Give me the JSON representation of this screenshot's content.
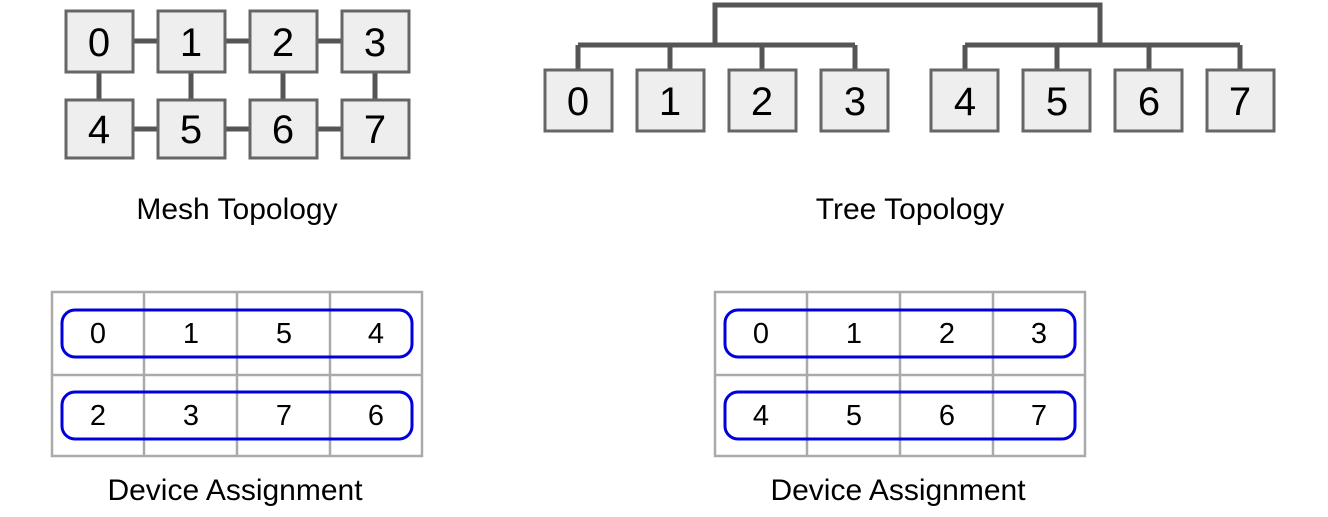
{
  "figure": {
    "background": "#ffffff",
    "node_fill": "#eeeeee",
    "node_stroke": "#666666",
    "link_color": "#555555",
    "grid_color": "#aaaaaa",
    "highlight_color": "#0000dd"
  },
  "panels": {
    "mesh": {
      "caption": "Mesh Topology",
      "row_top": [
        "0",
        "1",
        "2",
        "3"
      ],
      "row_bottom": [
        "4",
        "5",
        "6",
        "7"
      ]
    },
    "tree": {
      "caption": "Tree Topology",
      "leaves": [
        "0",
        "1",
        "2",
        "3",
        "4",
        "5",
        "6",
        "7"
      ]
    },
    "mesh_assignment": {
      "caption": "Device Assignment",
      "rows": [
        [
          "0",
          "1",
          "5",
          "4"
        ],
        [
          "2",
          "3",
          "7",
          "6"
        ]
      ]
    },
    "tree_assignment": {
      "caption": "Device Assignment",
      "rows": [
        [
          "0",
          "1",
          "2",
          "3"
        ],
        [
          "4",
          "5",
          "6",
          "7"
        ]
      ]
    }
  }
}
